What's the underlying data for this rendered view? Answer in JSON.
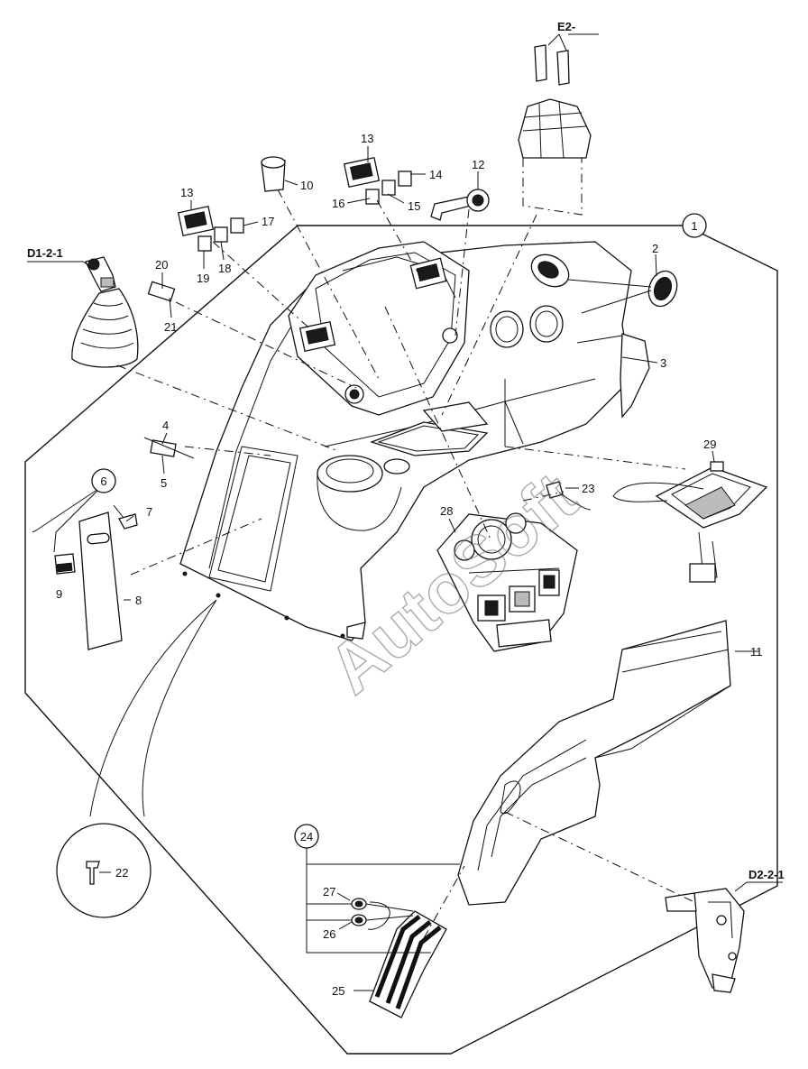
{
  "watermark": "AutoSoft",
  "references": {
    "e2": "E2-",
    "d1": "D1-2-1",
    "d2": "D2-2-1"
  },
  "callouts": {
    "c1": "1",
    "c2": "2",
    "c3": "3",
    "c4": "4",
    "c5": "5",
    "c6": "6",
    "c7": "7",
    "c8": "8",
    "c9": "9",
    "c10": "10",
    "c11": "11",
    "c12": "12",
    "c13a": "13",
    "c13b": "13",
    "c14": "14",
    "c15": "15",
    "c16": "16",
    "c17": "17",
    "c18": "18",
    "c19": "19",
    "c20": "20",
    "c21": "21",
    "c22": "22",
    "c23": "23",
    "c24": "24",
    "c25": "25",
    "c26": "26",
    "c27": "27",
    "c28": "28",
    "c29": "29"
  }
}
